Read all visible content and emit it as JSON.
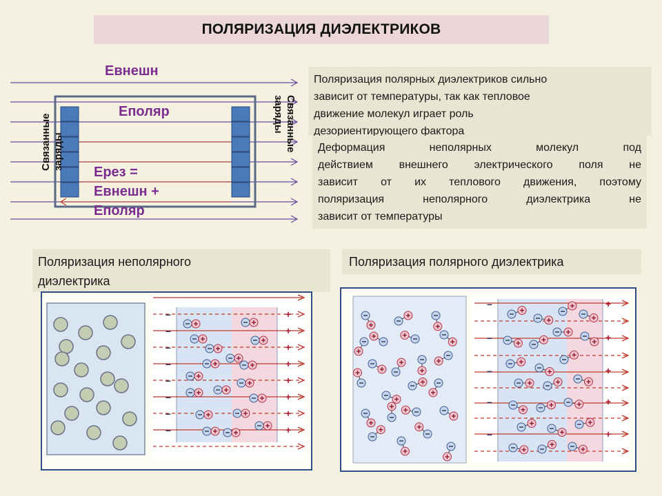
{
  "title": "ПОЛЯРИЗАЦИЯ  ДИЭЛЕКТРИКОВ",
  "diagram": {
    "e_external": "Евнешн",
    "e_polar": "Еполяр",
    "e_result_line1": "Ерез =",
    "e_result_line2": "Евнешн +",
    "e_result_line3": "Еполяр",
    "bound_charges_left": "Связанные заряды",
    "bound_charges_right": "Связанные заряды"
  },
  "notes": {
    "polar_lines": [
      "Поляризация полярных диэлектриков сильно",
      "зависит от температуры, так как тепловое",
      "движение молекул играет роль",
      "дезориентирующего фактора"
    ],
    "nonpolar_lines": [
      "Деформация неполярных молекул под",
      "действием внешнего электрического поля не",
      "зависит от их теплового движения, поэтому",
      "поляризация неполярного диэлектрика не",
      "зависит от температуры"
    ]
  },
  "captions": {
    "nonpolar_line1": "Поляризация неполярного",
    "nonpolar_line2": "диэлектрика",
    "polar": "Поляризация полярного диэлектрика"
  },
  "symbols": {
    "minus": "–",
    "plus": "+"
  },
  "colors": {
    "field_line": "#c0392b",
    "plate_fill": "#4a7ab8",
    "frame": "#5a6a86",
    "label_purple": "#7a2d8f",
    "title_bg": "#ecd7d8",
    "panel_bg": "#e8e5d2"
  }
}
